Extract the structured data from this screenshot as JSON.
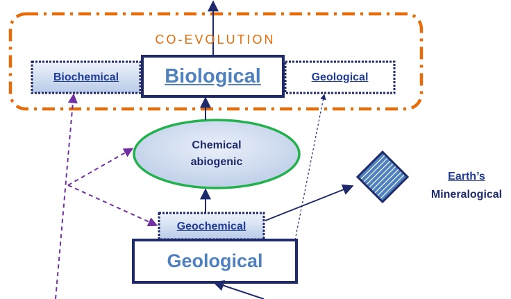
{
  "title": "CO-EVOLUTION",
  "nodes": {
    "biochemical": "Biochemical",
    "biological": "Biological",
    "geological_small": "Geological",
    "chemical_abiogenic": "Chemical\nabiogenic",
    "geochemical": "Geochemical",
    "geological_main": "Geological",
    "earths_mineralogical_line1": "Earth’s",
    "earths_mineralogical_line2": "Mineralogical"
  },
  "colors": {
    "accent_orange": "#e46c0a",
    "navy": "#1f2a6b",
    "text_blue": "#1f3d99",
    "light_blue": "#4f81bd",
    "ellipse_green": "#22b14c",
    "ellipse_fill": "#c9d7ee",
    "dashed_purple": "#7030a0",
    "stripe_blue": "#4f81bd"
  },
  "icons": {
    "diamond": "striped-diamond-icon"
  }
}
